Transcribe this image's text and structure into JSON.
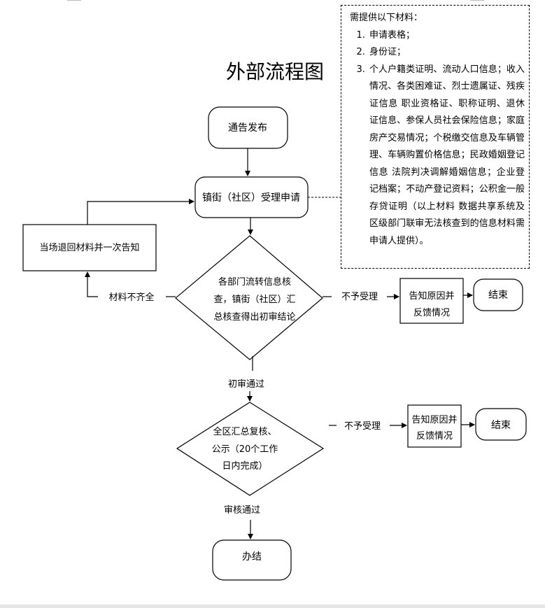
{
  "title": "外部流程图",
  "nodes": {
    "notice": "通告发布",
    "accept": "镇街（社区）受理申请",
    "return_materials": "当场退回材料并一次告知",
    "check_lines": [
      "各部门流转信息核",
      "查，镇街（社区）汇",
      "总核查得出初审结论"
    ],
    "inform_1_lines": [
      "告知原因并",
      "反馈情况"
    ],
    "end_1": "结束",
    "review_lines": [
      "全区汇总复核、",
      "公示（20个工作",
      "日内完成）"
    ],
    "inform_2_lines": [
      "告知原因并",
      "反馈情况"
    ],
    "end_2": "结束",
    "finish": "办结"
  },
  "edges": {
    "incomplete": "材料不齐全",
    "reject_1": "不予受理",
    "preliminary_pass": "初审通过",
    "reject_2": "不予受理",
    "review_pass": "审核通过"
  },
  "note": {
    "heading": "需提供以下材料：",
    "items": [
      "申请表格；",
      "身份证；",
      "个人户籍类证明、流动人口信息；收入情况、各类困难证、烈士遗属证、残疾证信息 职业资格证、职称证明、退休证信息、参保人员社会保险信息；家庭房产交易情况；个税缴交信息及车辆管理、车辆购置价格信息；民政婚姻登记信息 法院判决调解婚姻信息；企业登记档案；不动产登记资料；公积金一般存贷证明（以上材料 数据共享系统及区级部门联审无法核查到的信息材料需申请人提供）。"
    ]
  }
}
